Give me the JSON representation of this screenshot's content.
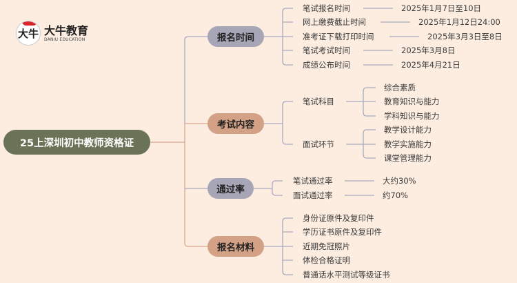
{
  "logo": {
    "mark": "大牛",
    "name": "大牛教育",
    "en": "DANIU EDUCATION"
  },
  "root": "25上深圳初中教师资格证",
  "colors": {
    "background": "#fdede1",
    "root": "#6a7257",
    "gray": "#a7a6b7",
    "tan": "#d3a186"
  },
  "branches": [
    {
      "label": "报名时间",
      "items": [
        {
          "label": "笔试报名时间",
          "value": "2025年1月7日至10日"
        },
        {
          "label": "网上缴费截止时间",
          "value": "2025年1月12日24:00"
        },
        {
          "label": "准考证下载打印时间",
          "value": "2025年3月3日至8日"
        },
        {
          "label": "笔试考试时间",
          "value": "2025年3月8日"
        },
        {
          "label": "成绩公布时间",
          "value": "2025年4月21日"
        }
      ]
    },
    {
      "label": "考试内容",
      "items": [
        {
          "label": "笔试科目",
          "subs": [
            "综合素质",
            "教育知识与能力",
            "学科知识与能力"
          ]
        },
        {
          "label": "面试环节",
          "subs": [
            "教学设计能力",
            "教学实施能力",
            "课堂管理能力"
          ]
        }
      ]
    },
    {
      "label": "通过率",
      "items": [
        {
          "label": "笔试通过率",
          "value": "大约30%"
        },
        {
          "label": "面试通过率",
          "value": "约70%"
        }
      ]
    },
    {
      "label": "报名材料",
      "items": [
        "身份证原件及复印件",
        "学历证书原件及复印件",
        "近期免冠照片",
        "体检合格证明",
        "普通话水平测试等级证书"
      ]
    }
  ]
}
